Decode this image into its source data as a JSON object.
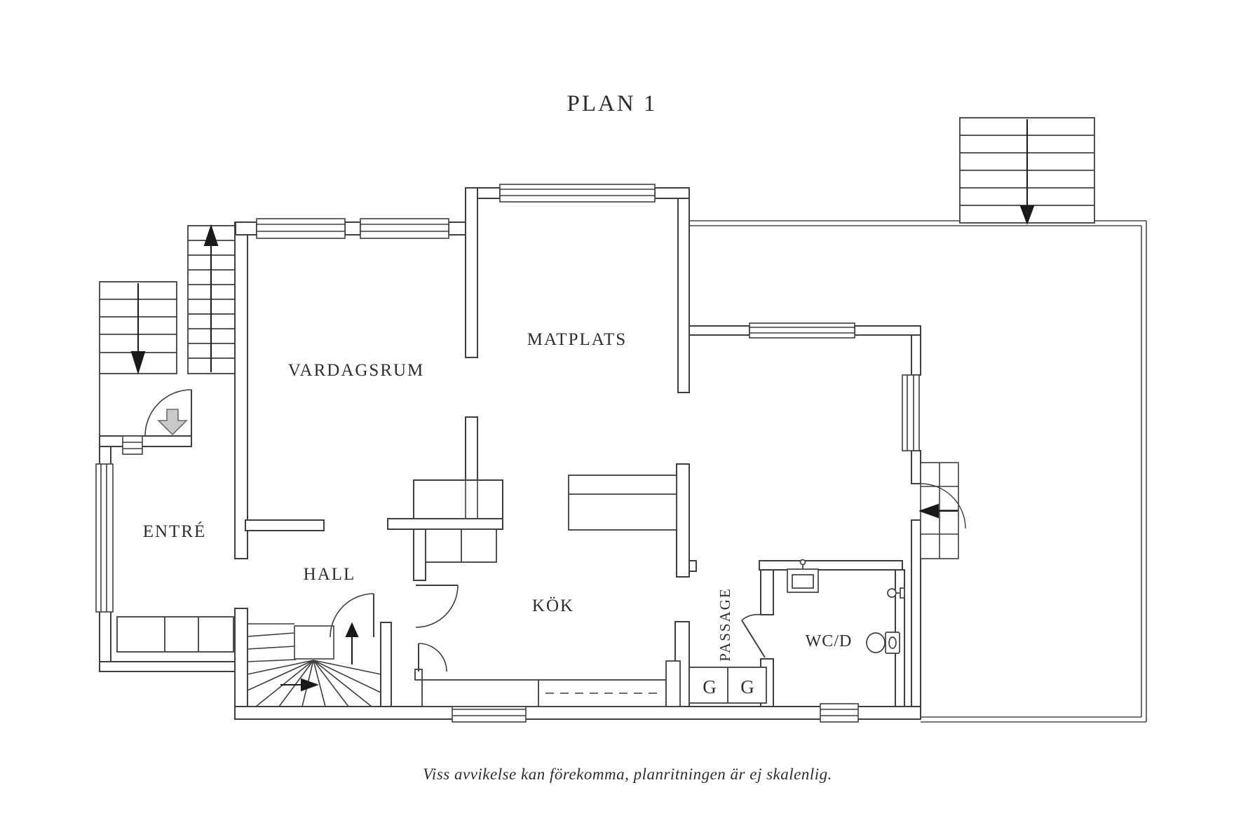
{
  "title": "PLAN 1",
  "caption": "Viss avvikelse kan förekomma, planritningen är ej skalenlig.",
  "rooms": {
    "vardagsrum": "VARDAGSRUM",
    "matplats": "MATPLATS",
    "entre": "ENTRÉ",
    "hall": "HALL",
    "kok": "KÖK",
    "passage": "PASSAGE",
    "wcd": "WC/D",
    "garderob1": "G",
    "garderob2": "G"
  },
  "colors": {
    "line": "#3f3f3f",
    "text": "#2d2d2d",
    "entry_arrow_fill": "#c9c9c9",
    "background": "#ffffff"
  }
}
